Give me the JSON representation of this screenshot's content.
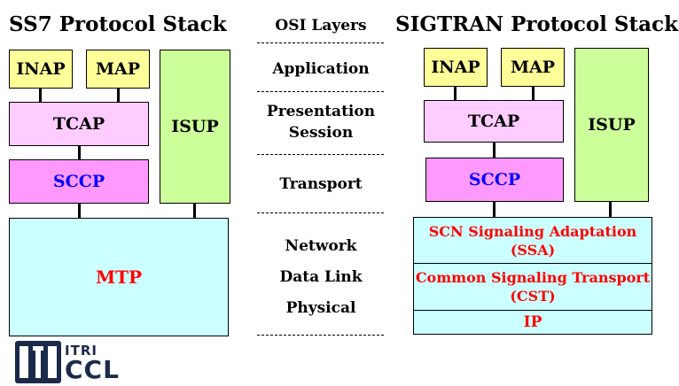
{
  "ss7": {
    "title": "SS7 Protocol Stack",
    "inap": "INAP",
    "map": "MAP",
    "tcap": "TCAP",
    "isup": "ISUP",
    "sccp": "SCCP",
    "mtp": "MTP"
  },
  "osi": {
    "title": "OSI Layers",
    "application": "Application",
    "presentation": "Presentation",
    "session": "Session",
    "transport": "Transport",
    "network": "Network",
    "datalink": "Data Link",
    "physical": "Physical"
  },
  "sigtran": {
    "title": "SIGTRAN Protocol Stack",
    "inap": "INAP",
    "map": "MAP",
    "tcap": "TCAP",
    "isup": "ISUP",
    "sccp": "SCCP",
    "ssa_line1": "SCN Signaling Adaptation",
    "ssa_line2": "(SSA)",
    "cst_line1": "Common Signaling Transport",
    "cst_line2": "(CST)",
    "ip": "IP"
  },
  "logo": {
    "line1": "ITRI",
    "line2": "CCL"
  },
  "colors": {
    "yellow": "#ffff99",
    "pink": "#ffccff",
    "magenta": "#ff99ff",
    "green": "#ccff99",
    "cyan": "#ccffff",
    "blue_text": "#0000ff",
    "red_text": "#ff0000",
    "logo_navy": "#1a2a4a"
  }
}
